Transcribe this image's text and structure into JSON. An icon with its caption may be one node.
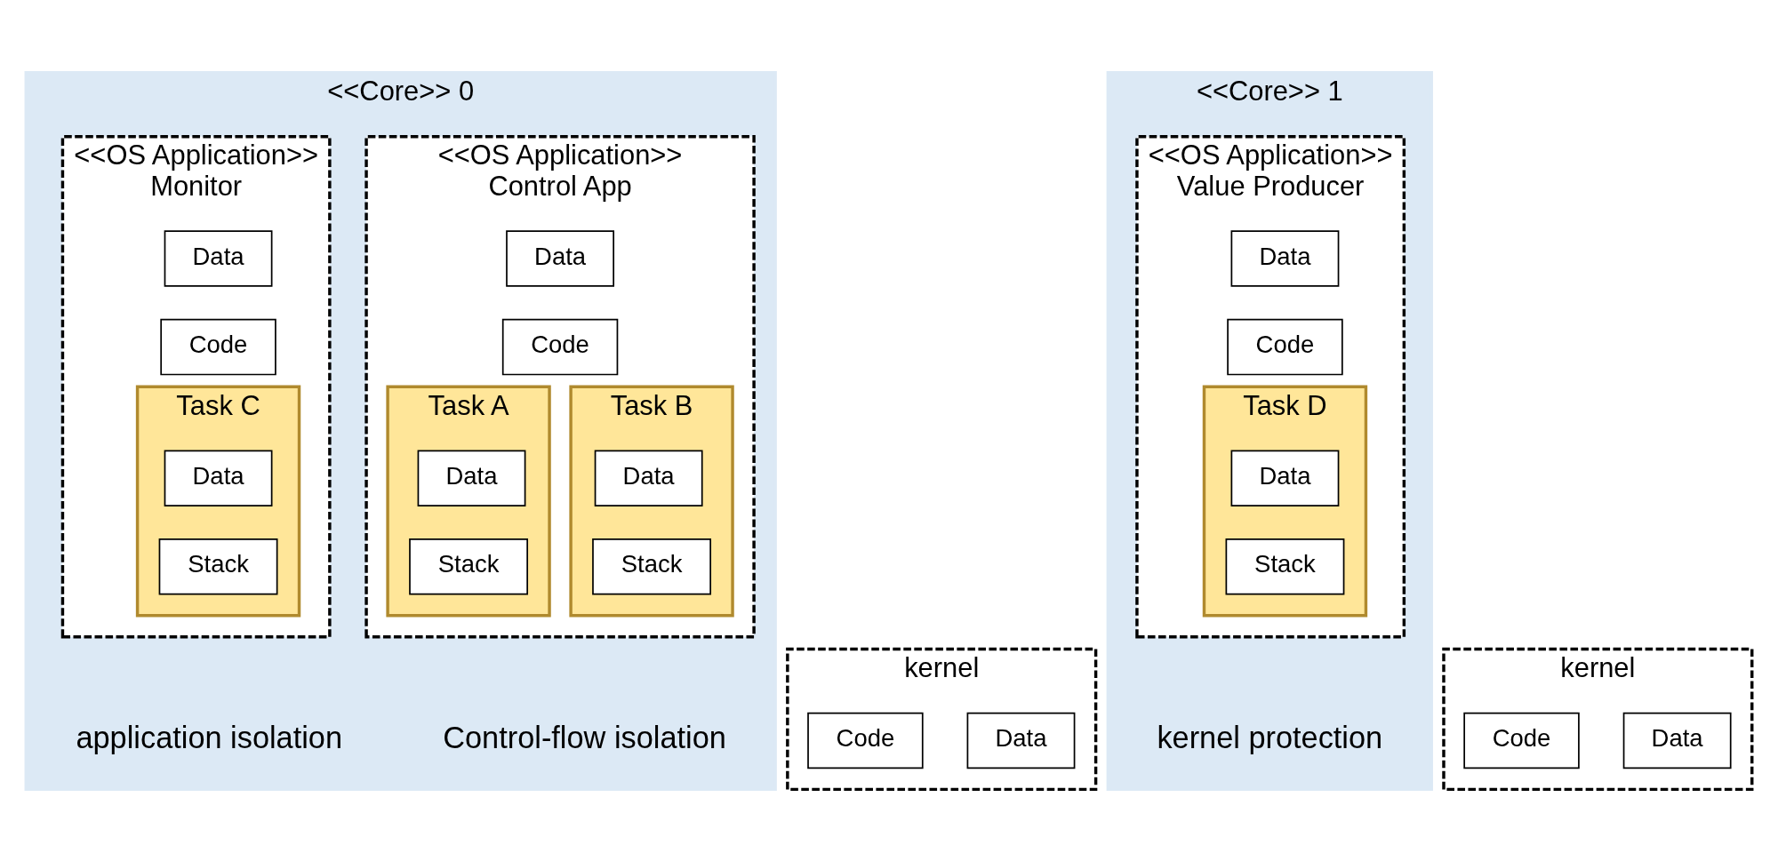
{
  "diagram": {
    "nodes": [
      {
        "text": [
          "<<Core>> 0"
        ]
      },
      {
        "text": [
          "<<OS Application>>",
          "Control App"
        ],
        "in": 0
      },
      {
        "text": [
          "Data"
        ],
        "in": 1
      },
      {
        "text": [
          "Code"
        ],
        "in": 1
      },
      {
        "text": [
          "Task A"
        ],
        "in": 1
      },
      {
        "text": [
          "Data"
        ],
        "in": 4
      },
      {
        "text": [
          "Stack"
        ],
        "in": 4
      },
      {
        "text": [
          "Task B"
        ],
        "in": 1
      },
      {
        "text": [
          "Data"
        ],
        "in": 7
      },
      {
        "text": [
          "Stack"
        ],
        "in": 7
      },
      {
        "text": [
          "<<OS Application>>",
          "Monitor"
        ],
        "in": 0
      },
      {
        "text": [
          "Data"
        ],
        "in": 10
      },
      {
        "text": [
          "Code"
        ],
        "in": 10
      },
      {
        "text": [
          "Task C"
        ],
        "in": 10
      },
      {
        "text": [
          "Data"
        ],
        "in": 13
      },
      {
        "text": [
          "Stack"
        ],
        "in": 13
      },
      {
        "text": [
          "<<Core>> 1"
        ]
      },
      {
        "text": [
          "<<OS Application>>",
          "Value Producer"
        ],
        "in": 16
      },
      {
        "text": [
          "Data"
        ],
        "in": 17
      },
      {
        "text": [
          "Code"
        ],
        "in": 17
      },
      {
        "text": [
          "Task D"
        ],
        "in": 17
      },
      {
        "text": [
          "Data"
        ],
        "in": 20
      },
      {
        "text": [
          "Stack"
        ],
        "in": 20
      },
      {
        "text": [
          "kernel"
        ]
      },
      {
        "text": [
          "Data"
        ],
        "in": 23
      },
      {
        "text": [
          "Code"
        ],
        "in": 23
      },
      {
        "text": [
          "kernel"
        ]
      },
      {
        "text": [
          "Data"
        ],
        "in": 26
      },
      {
        "text": [
          "Code"
        ],
        "in": 26
      }
    ],
    "labels": [
      "Control-flow isolation",
      "application isolation",
      "kernel protection"
    ]
  }
}
